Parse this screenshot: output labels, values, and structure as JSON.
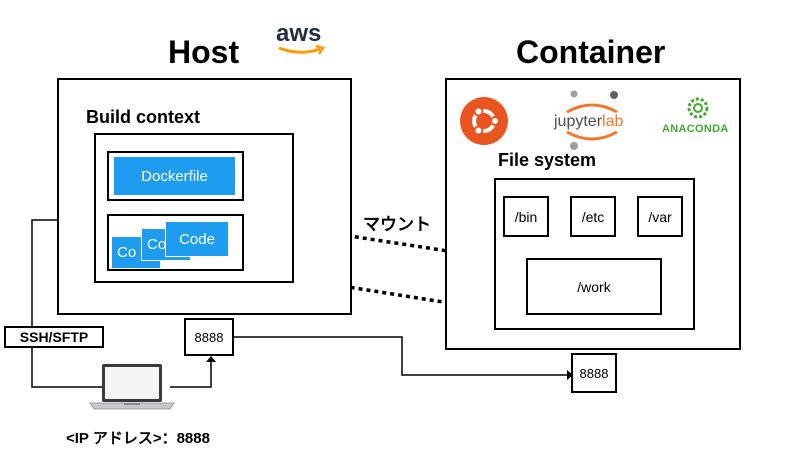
{
  "host": {
    "title": "Host",
    "aws_logo": "aws",
    "build_context": {
      "label": "Build context",
      "dockerfile_label": "Dockerfile",
      "code_front_label": "Code",
      "code_middle_label": "Co",
      "code_back_label": "Co"
    },
    "port_label": "8888"
  },
  "container": {
    "title": "Container",
    "logos": {
      "jupyter_text": "jupyter",
      "jupyter_lab_text": "lab",
      "anaconda_text": "ANACONDA",
      "jupyter_color": "#f37626",
      "ubuntu_color": "#e95420",
      "anaconda_color": "#44a833"
    },
    "file_system": {
      "label": "File system",
      "dirs": [
        "/bin",
        "/etc",
        "/var"
      ],
      "work_label": "/work"
    },
    "port_label": "8888"
  },
  "mount_label": "マウント",
  "ssh_label": "SSH/SFTP",
  "access_label": "<IP アドレス>：8888",
  "colors": {
    "accent_blue": "#1e9df0",
    "aws_orange": "#ff9900",
    "aws_text": "#232f3e"
  }
}
